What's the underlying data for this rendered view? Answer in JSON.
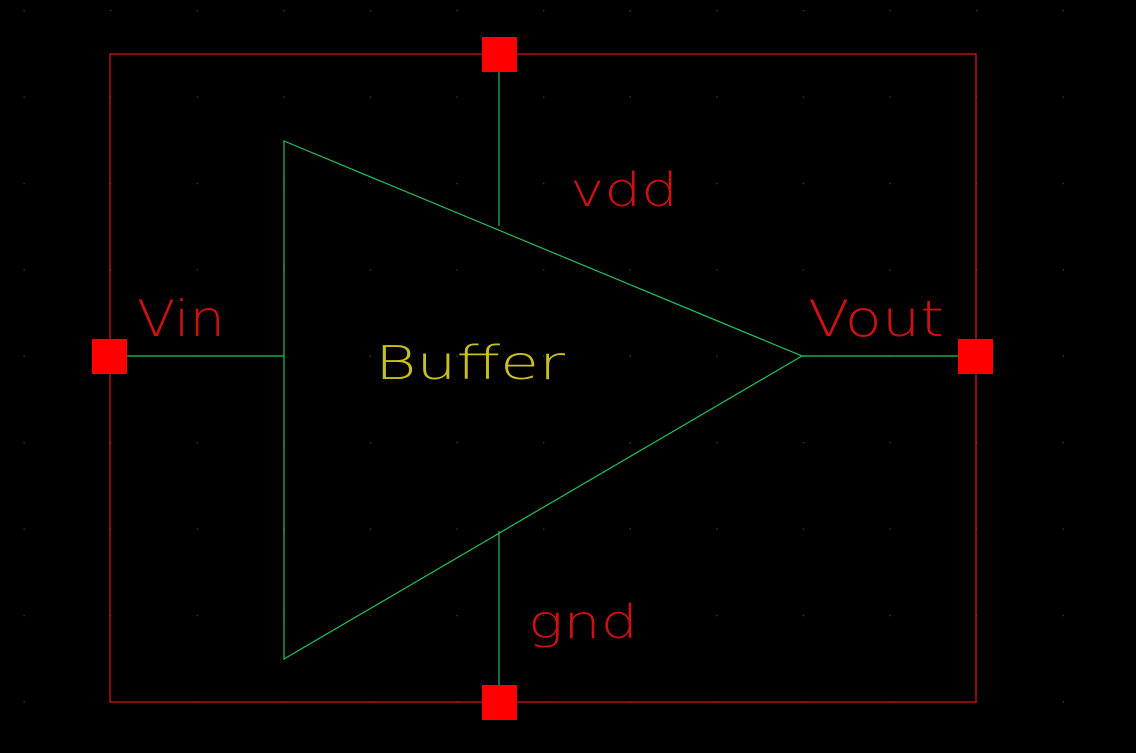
{
  "symbol": {
    "name": "Buffer",
    "pins": {
      "input": "Vin",
      "output": "Vout",
      "supply": "vdd",
      "ground": "gnd"
    }
  },
  "colors": {
    "background": "#000000",
    "boundary": "#e0141a",
    "pin": "#ff0000",
    "wire": "#22c25a",
    "pin_label": "#cc1111",
    "instance_label": "#c8c020",
    "grid_dot": "#3a3a3a"
  },
  "icons": {
    "pin": "square-pin-icon"
  }
}
